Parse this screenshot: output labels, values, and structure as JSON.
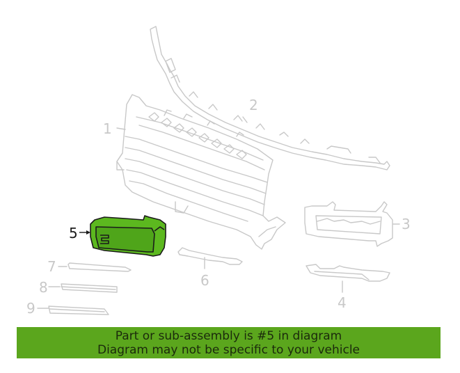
{
  "diagram": {
    "highlighted_part": "5",
    "colors": {
      "line": "#c8c8c8",
      "highlight_fill": "#5cb81f",
      "highlight_stroke": "#1a1a1a",
      "banner_bg": "#5ba61d",
      "banner_text": "#1b2a0c"
    },
    "callouts": [
      {
        "id": "1",
        "label": "1"
      },
      {
        "id": "2",
        "label": "2"
      },
      {
        "id": "3",
        "label": "3"
      },
      {
        "id": "4",
        "label": "4"
      },
      {
        "id": "5",
        "label": "5"
      },
      {
        "id": "6",
        "label": "6"
      },
      {
        "id": "7",
        "label": "7"
      },
      {
        "id": "8",
        "label": "8"
      },
      {
        "id": "9",
        "label": "9"
      }
    ]
  },
  "banner": {
    "line1": "Part or sub-assembly is #5 in diagram",
    "line2": "Diagram may not be specific to your vehicle"
  }
}
